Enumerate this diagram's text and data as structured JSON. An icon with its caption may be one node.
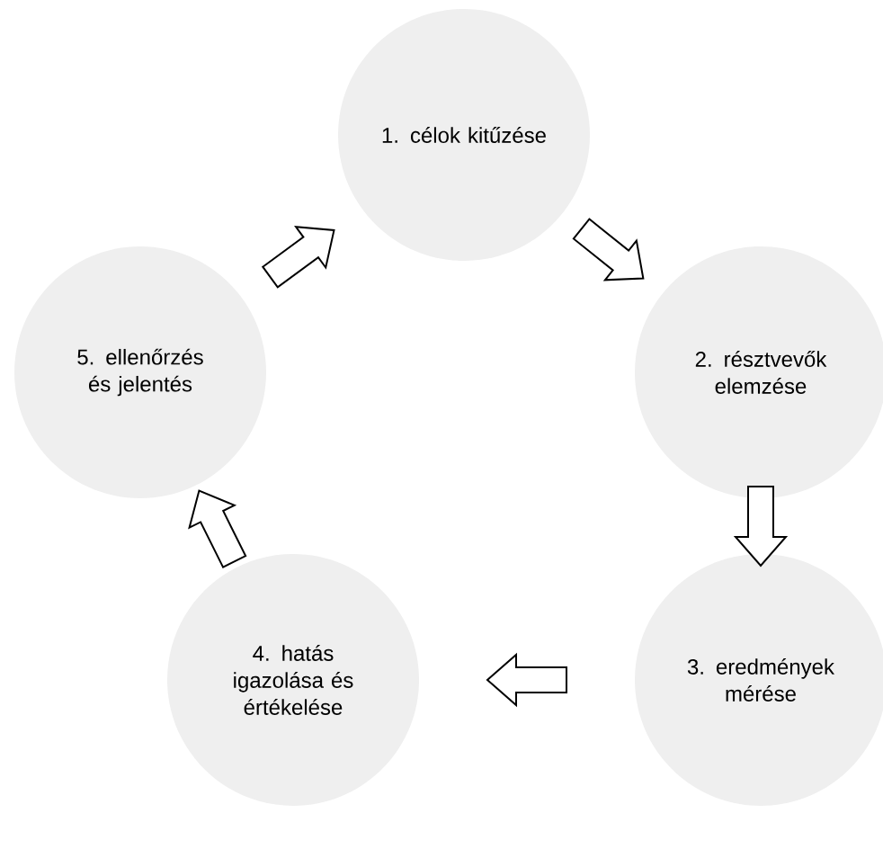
{
  "diagram": {
    "nodes": [
      {
        "text": [
          "1. célok kitűzése"
        ]
      },
      {
        "text": [
          "2. résztvevők elemzése"
        ]
      },
      {
        "text": [
          "3. eredmények mérése"
        ]
      },
      {
        "text": [
          "4. hatás igazolása és értékelése"
        ]
      },
      {
        "text": [
          "5. ellenőrzés és jelentés"
        ]
      }
    ],
    "edges": [
      {
        "from": 0,
        "to": 1,
        "arrow": "to"
      },
      {
        "from": 1,
        "to": 2,
        "arrow": "to"
      },
      {
        "from": 2,
        "to": 3,
        "arrow": "to"
      },
      {
        "from": 3,
        "to": 4,
        "arrow": "to"
      },
      {
        "from": 4,
        "to": 0,
        "arrow": "to"
      }
    ]
  }
}
